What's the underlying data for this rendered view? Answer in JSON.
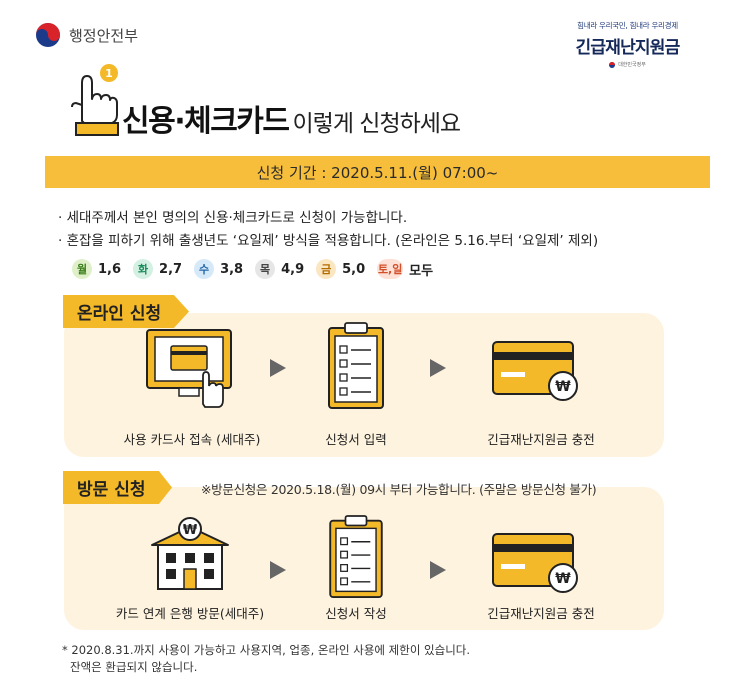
{
  "header": {
    "ministry_name": "행정안전부",
    "campaign_slogan": "힘내라 우리국민, 힘내라 우리경제",
    "campaign_title": "긴급재난지원금",
    "campaign_sub": "대한민국정부"
  },
  "title": {
    "main": "신용·체크카드",
    "sub": "이렇게 신청하세요",
    "badge": "1"
  },
  "period": "신청 기간 : 2020.5.11.(월) 07:00~",
  "notes": [
    "· 세대주께서 본인 명의의 신용·체크카드로 신청이 가능합니다.",
    "· 혼잡을 피하기 위해 출생년도 ‘요일제’ 방식을 적용합니다. (온라인은 5.16.부터 ‘요일제’ 제외)"
  ],
  "days": [
    {
      "day": "월",
      "value": "1,6",
      "color": "#dff0c9",
      "text_color": "#3a7d1a"
    },
    {
      "day": "화",
      "value": "2,7",
      "color": "#d3f0e3",
      "text_color": "#1b8a5a"
    },
    {
      "day": "수",
      "value": "3,8",
      "color": "#d6e9f8",
      "text_color": "#2367a8"
    },
    {
      "day": "목",
      "value": "4,9",
      "color": "#e6e6e6",
      "text_color": "#444444"
    },
    {
      "day": "금",
      "value": "5,0",
      "color": "#fbe6c2",
      "text_color": "#b36b00"
    },
    {
      "day": "토,일",
      "value": "모두",
      "color": "#fde0d6",
      "text_color": "#d2502a"
    }
  ],
  "online": {
    "tab_label": "온라인 신청",
    "steps": [
      "사용 카드사 접속 (세대주)",
      "신청서 입력",
      "긴급재난지원금 충전"
    ]
  },
  "visit": {
    "tab_label": "방문 신청",
    "note": "※방문신청은 2020.5.18.(월) 09시 부터 가능합니다. (주말은 방문신청 불가)",
    "steps": [
      "카드 연계 은행 방문(세대주)",
      "신청서 작성",
      "긴급재난지원금 충전"
    ]
  },
  "footer": [
    "* 2020.8.31.까지 사용이 가능하고 사용지역, 업종, 온라인 사용에 제한이 있습니다.",
    "잔액은 환급되지 않습니다."
  ],
  "colors": {
    "accent": "#f6be3a",
    "panel_bg": "#fef3df",
    "tab": "#f4b929",
    "card": "#f3b72b",
    "navy": "#14285a"
  }
}
